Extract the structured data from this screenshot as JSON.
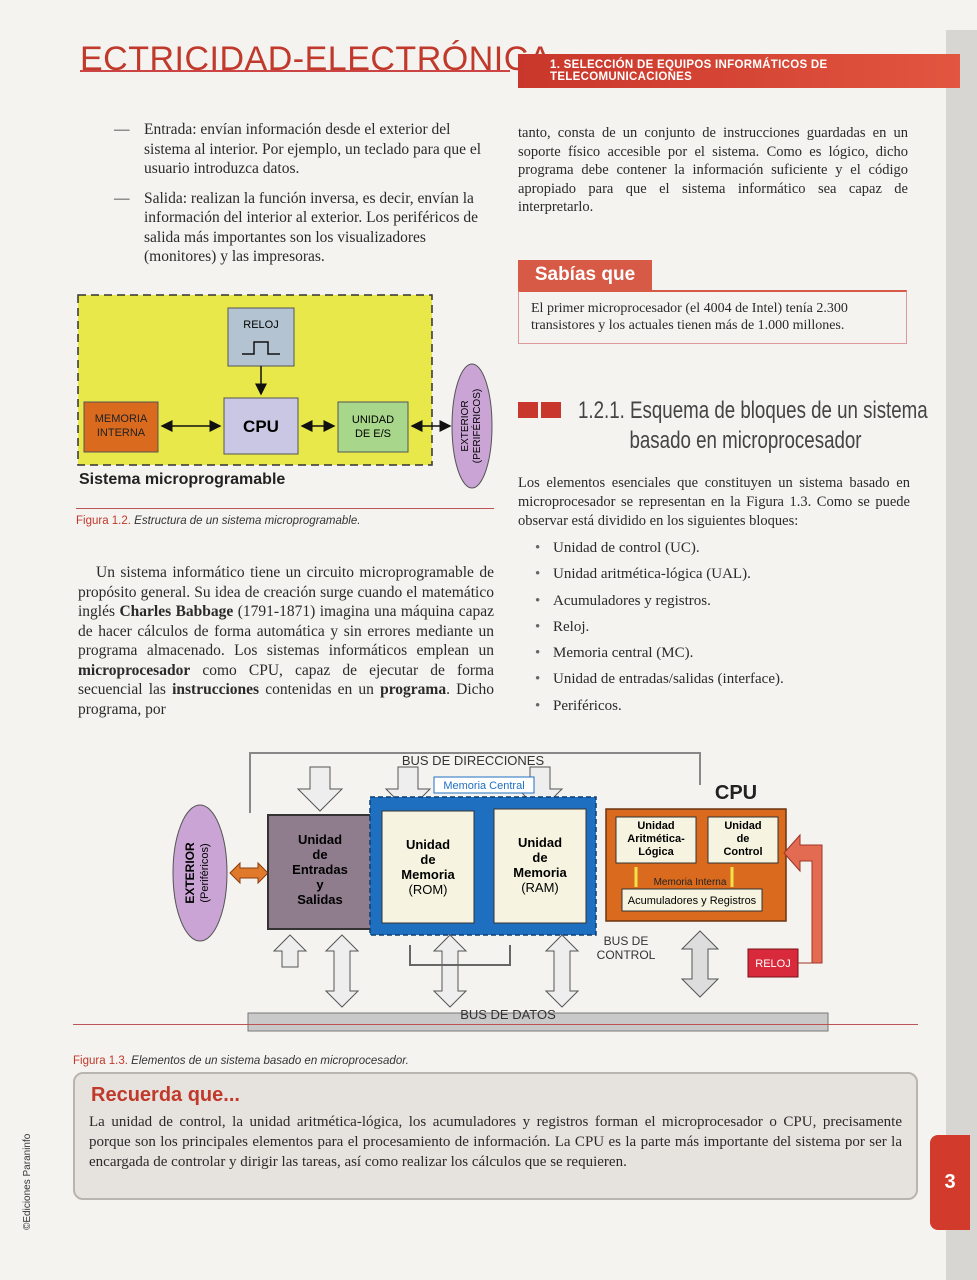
{
  "header": {
    "title": "ECTRICIDAD-ELECTRÓNICA",
    "chapter": "1. SELECCIÓN DE EQUIPOS INFORMÁTICOS DE TELECOMUNICACIONES"
  },
  "left_column": {
    "items": [
      {
        "dash": "—",
        "text": "Entrada: envían información desde el exterior del sistema al interior. Por ejemplo, un teclado para que el usuario introduzca datos."
      },
      {
        "dash": "—",
        "text": "Salida: realizan la función inversa, es decir, envían la información del interior al exterior. Los periféricos de salida más importantes son los visualizadores (monitores) y las impresoras."
      }
    ],
    "paragraph": {
      "p1": "Un sistema informático tiene un circuito microprogramable de propósito general. Su idea de creación surge cuando el matemático inglés ",
      "b1": "Charles Babbage",
      "p2": " (1791-1871) imagina una máquina capaz de hacer cálculos de forma automática y sin errores mediante un programa almacenado. Los sistemas informáticos emplean un ",
      "b2": "microprocesador",
      "p3": " como CPU, capaz de ejecutar de forma secuencial las ",
      "b3": "instrucciones",
      "p4": " contenidas en un ",
      "b4": "programa",
      "p5": ". Dicho programa, por"
    }
  },
  "right_column": {
    "continuation": "tanto, consta de un conjunto de instrucciones guardadas en un soporte físico accesible por el sistema. Como es lógico, dicho programa debe contener la información suficiente y el código apropiado para que el sistema informático sea capaz de interpretarlo.",
    "sabias_que": {
      "label": "Sabías que",
      "text": "El primer microprocesador (el 4004 de Intel) tenía 2.300 transistores y los actuales tienen más de 1.000 millones."
    },
    "section": {
      "number": "1.2.1.",
      "title_line1": "Esquema de bloques de un sistema",
      "title_line2": "basado en microprocesador"
    },
    "intro": "Los elementos esenciales que constituyen un sistema basado en microprocesador se representan en la Figura 1.3. Como se puede observar está dividido en los siguientes bloques:",
    "bullets": [
      "Unidad de control (UC).",
      "Unidad aritmética-lógica (UAL).",
      "Acumuladores y registros.",
      "Reloj.",
      "Memoria central (MC).",
      "Unidad de entradas/salidas (interface).",
      "Periféricos."
    ]
  },
  "figure_1_2": {
    "reloj": "RELOJ",
    "memoria_line1": "MEMORIA",
    "memoria_line2": "INTERNA",
    "cpu": "CPU",
    "es_line1": "UNIDAD",
    "es_line2": "DE E/S",
    "exterior_line1": "EXTERIOR",
    "exterior_line2": "(PERIFÉRICOS)",
    "system_label": "Sistema microprogramable",
    "caption_num": "Figura 1.2.",
    "caption_text": " Estructura de un sistema microprogramable."
  },
  "figure_1_3": {
    "bus_direcciones": "BUS DE DIRECCIONES",
    "memoria_central": "Memoria Central",
    "cpu": "CPU",
    "exterior_line1": "EXTERIOR",
    "exterior_line2": "(Periféricos)",
    "es_block": [
      "Unidad",
      "de",
      "Entradas",
      "y",
      "Salidas"
    ],
    "rom_block": [
      "Unidad",
      "de",
      "Memoria",
      "(ROM)"
    ],
    "ram_block": [
      "Unidad",
      "de",
      "Memoria",
      "(RAM)"
    ],
    "ual_block": [
      "Unidad",
      "Aritmética-",
      "Lógica"
    ],
    "uc_block": [
      "Unidad",
      "de",
      "Control"
    ],
    "memoria_interna": "Memoria Interna",
    "acumuladores": "Acumuladores y Registros",
    "bus_control_line1": "BUS DE",
    "bus_control_line2": "CONTROL",
    "reloj": "RELOJ",
    "bus_datos": "BUS DE DATOS",
    "caption_num": "Figura 1.3.",
    "caption_text": " Elementos de un sistema basado en microprocesador."
  },
  "recuerda": {
    "title": "Recuerda que...",
    "text": "La unidad de control, la unidad aritmética-lógica, los acumuladores y registros forman el microprocesador o CPU, precisamente porque son los principales elementos para el procesamiento de información. La CPU es la parte más importante del sistema por ser la encargada de controlar y dirigir las tareas, así como realizar los cálculos que se requieren."
  },
  "side_credit": "©Ediciones Paraninfo",
  "page_number": "3",
  "colors": {
    "accent_red": "#c9362b",
    "yellow": "#e8e84a",
    "blue": "#1f6fc0",
    "orange": "#d96a1e",
    "purple": "#c9a4d4"
  }
}
